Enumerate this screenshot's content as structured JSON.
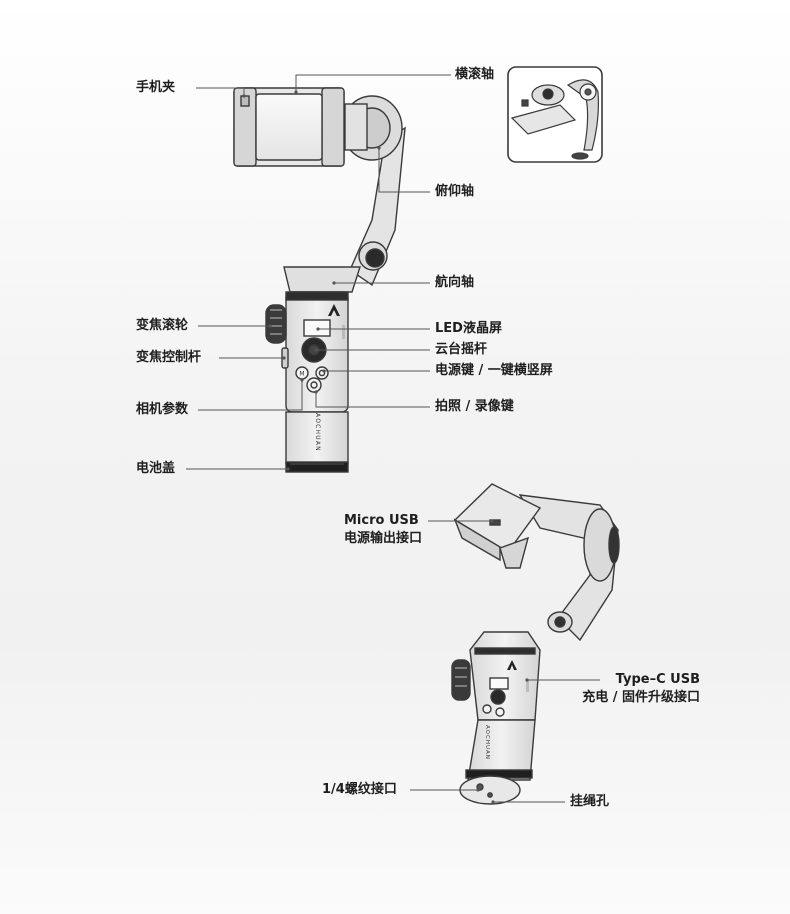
{
  "labels": {
    "phone_clamp": "手机夹",
    "roll_axis": "横滚轴",
    "tilt_axis": "俯仰轴",
    "pan_axis": "航向轴",
    "zoom_wheel": "变焦滚轮",
    "led_screen": "LED液晶屏",
    "zoom_lever": "变焦控制杆",
    "joystick": "云台摇杆",
    "power_button": "电源键 / 一键横竖屏",
    "camera_params": "相机参数",
    "shutter_button": "拍照 / 录像键",
    "battery_cover": "电池盖",
    "micro_usb_line1": "Micro USB",
    "micro_usb_line2": "电源输出接口",
    "typec_line1": "Type–C USB",
    "typec_line2": "充电 / 固件升级接口",
    "screw_mount": "1/4螺纹接口",
    "lanyard_hole": "挂绳孔"
  },
  "device": {
    "brand_text": "AOCHUAN",
    "mode_button": "M"
  },
  "colors": {
    "outline": "#3a3a3a",
    "body": "#e9e9e9",
    "body_dark": "#cfcfcf",
    "leader": "#555555",
    "text": "#1e1e1e"
  }
}
